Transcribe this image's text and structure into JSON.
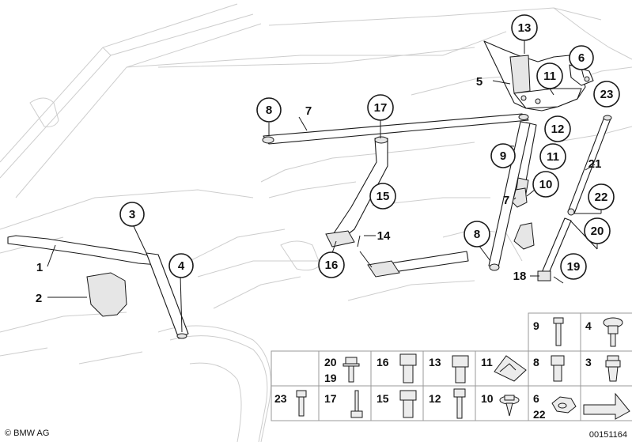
{
  "callouts": [
    {
      "id": "c13",
      "label": "13",
      "circled": true
    },
    {
      "id": "c6",
      "label": "6",
      "circled": true
    },
    {
      "id": "c11a",
      "label": "11",
      "circled": true
    },
    {
      "id": "c5",
      "label": "5",
      "circled": false
    },
    {
      "id": "c23",
      "label": "23",
      "circled": true
    },
    {
      "id": "c8a",
      "label": "8",
      "circled": true
    },
    {
      "id": "c7a",
      "label": "7",
      "circled": false
    },
    {
      "id": "c17",
      "label": "17",
      "circled": true
    },
    {
      "id": "c12",
      "label": "12",
      "circled": true
    },
    {
      "id": "c9",
      "label": "9",
      "circled": true
    },
    {
      "id": "c11b",
      "label": "11",
      "circled": true
    },
    {
      "id": "c21",
      "label": "21",
      "circled": false
    },
    {
      "id": "c10",
      "label": "10",
      "circled": true
    },
    {
      "id": "c15",
      "label": "15",
      "circled": true
    },
    {
      "id": "c7b",
      "label": "7",
      "circled": false
    },
    {
      "id": "c22",
      "label": "22",
      "circled": true
    },
    {
      "id": "c3",
      "label": "3",
      "circled": true
    },
    {
      "id": "c14",
      "label": "14",
      "circled": false
    },
    {
      "id": "c8b",
      "label": "8",
      "circled": true
    },
    {
      "id": "c20",
      "label": "20",
      "circled": true
    },
    {
      "id": "c4",
      "label": "4",
      "circled": true
    },
    {
      "id": "c1",
      "label": "1",
      "circled": false
    },
    {
      "id": "c16",
      "label": "16",
      "circled": true
    },
    {
      "id": "c19",
      "label": "19",
      "circled": true
    },
    {
      "id": "c18",
      "label": "18",
      "circled": false
    },
    {
      "id": "c2",
      "label": "2",
      "circled": false
    }
  ],
  "fastener_table": {
    "top_row": [
      {
        "label": "9",
        "part": "bolt"
      },
      {
        "label": "4",
        "part": "collar-screw"
      }
    ],
    "mid_row": [
      {
        "label": "8",
        "part": "hex-bolt"
      },
      {
        "label": "3",
        "part": "expanding-rivet"
      }
    ],
    "main_row_top": [
      {
        "labels": [
          "20",
          "19"
        ],
        "part": "flange-bolt"
      },
      {
        "labels": [
          "16"
        ],
        "part": "hex-bolt"
      },
      {
        "labels": [
          "13"
        ],
        "part": "hex-bolt"
      },
      {
        "labels": [
          "11"
        ],
        "part": "spring-nut"
      }
    ],
    "main_row_bottom": [
      {
        "labels": [
          "23"
        ],
        "part": "small-bolt"
      },
      {
        "labels": [
          "17"
        ],
        "part": "long-stud"
      },
      {
        "labels": [
          "15"
        ],
        "part": "hex-bolt"
      },
      {
        "labels": [
          "12"
        ],
        "part": "long-bolt"
      },
      {
        "labels": [
          "10"
        ],
        "part": "washer-screw"
      },
      {
        "labels": [
          "6",
          "22"
        ],
        "part": "flange-nut"
      }
    ]
  },
  "footer": {
    "brand": "© BMW AG",
    "diagram_number": "00151164"
  }
}
